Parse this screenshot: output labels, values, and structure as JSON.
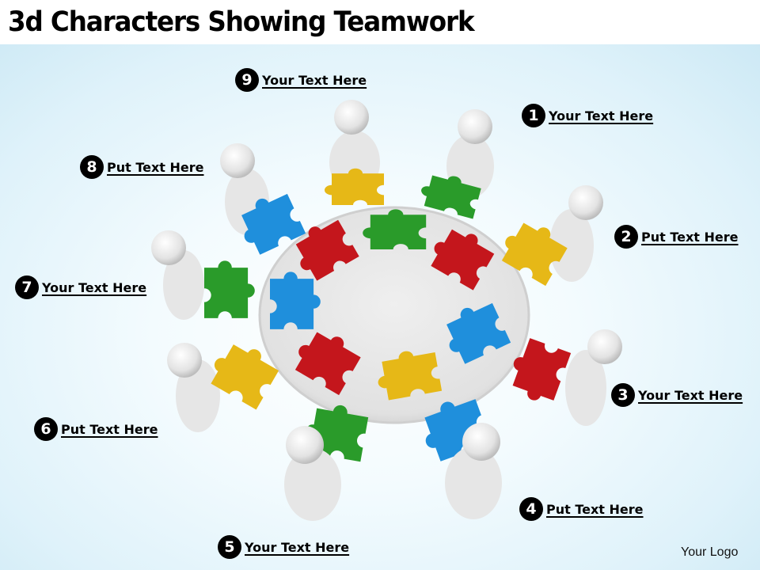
{
  "slide": {
    "title": "3d Characters Showing Teamwork",
    "logo_text": "Your Logo"
  },
  "callouts": [
    {
      "number": "1",
      "text": "Your Text Here"
    },
    {
      "number": "2",
      "text": "Put Text Here"
    },
    {
      "number": "3",
      "text": "Your Text Here"
    },
    {
      "number": "4",
      "text": "Put Text Here"
    },
    {
      "number": "5",
      "text": "Your Text Here"
    },
    {
      "number": "6",
      "text": "Put Text Here"
    },
    {
      "number": "7",
      "text": "Your Text Here"
    },
    {
      "number": "8",
      "text": "Put Text Here"
    },
    {
      "number": "9",
      "text": "Your Text Here"
    }
  ],
  "illustration": {
    "description": "3d white figures around a round table holding colored puzzle pieces",
    "colors": {
      "red": "#c4161c",
      "green": "#2a9b2a",
      "blue": "#1f8fdc",
      "yellow": "#e6b817",
      "table": "#e4e4e4",
      "figure": "#e8e8e8"
    }
  }
}
